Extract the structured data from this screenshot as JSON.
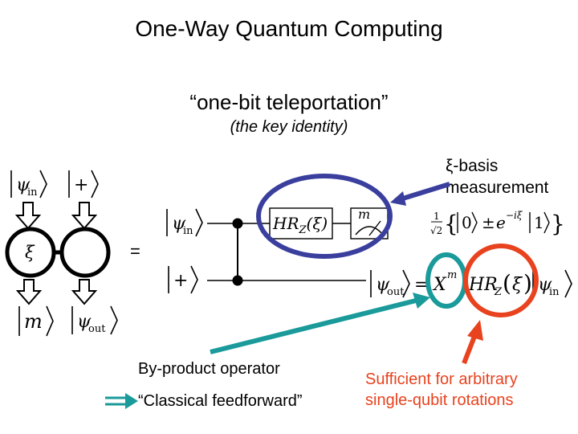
{
  "title": "One-Way Quantum Computing",
  "subtitle": "“one-bit teleportation”",
  "subnote": "(the key identity)",
  "basis_label": [
    "ξ-basis",
    "measurement"
  ],
  "equals": "=",
  "byproduct_label": "By-product operator",
  "feedforward_label": "“Classical feedforward”",
  "sufficient_label": [
    "Sufficient for arbitrary",
    "single-qubit rotations"
  ],
  "cluster": {
    "top_left_ket": "ψ",
    "top_left_ket_sub": "in",
    "top_right_ket": "+",
    "node_left_label": "ξ",
    "bottom_left_ket": "m",
    "bottom_right_ket": "ψ",
    "bottom_right_ket_sub": "out"
  },
  "circuit": {
    "input_top": "ψ",
    "input_top_sub": "in",
    "input_bottom": "+",
    "gate_label": "HR",
    "gate_sub": "Z",
    "gate_arg": "(ξ)",
    "meter_label": "m",
    "measure_frac_num": "1",
    "measure_frac_den": "√2",
    "measure_ket0": "0",
    "measure_pm": "±",
    "measure_exp_base": "e",
    "measure_exp": "−iξ",
    "measure_ket1": "1",
    "output_ket": "ψ",
    "output_ket_sub": "out",
    "output_eq": "=",
    "output_X": "X",
    "output_X_exp": "m",
    "output_HR": "HR",
    "output_HR_sub": "Z",
    "output_arg": "ξ",
    "output_in_ket": "ψ",
    "output_in_ket_sub": "in"
  },
  "colors": {
    "measurement_ellipse": "#3a3f9e",
    "byproduct": "#1a9a9a",
    "rotation": "#e8421e"
  }
}
